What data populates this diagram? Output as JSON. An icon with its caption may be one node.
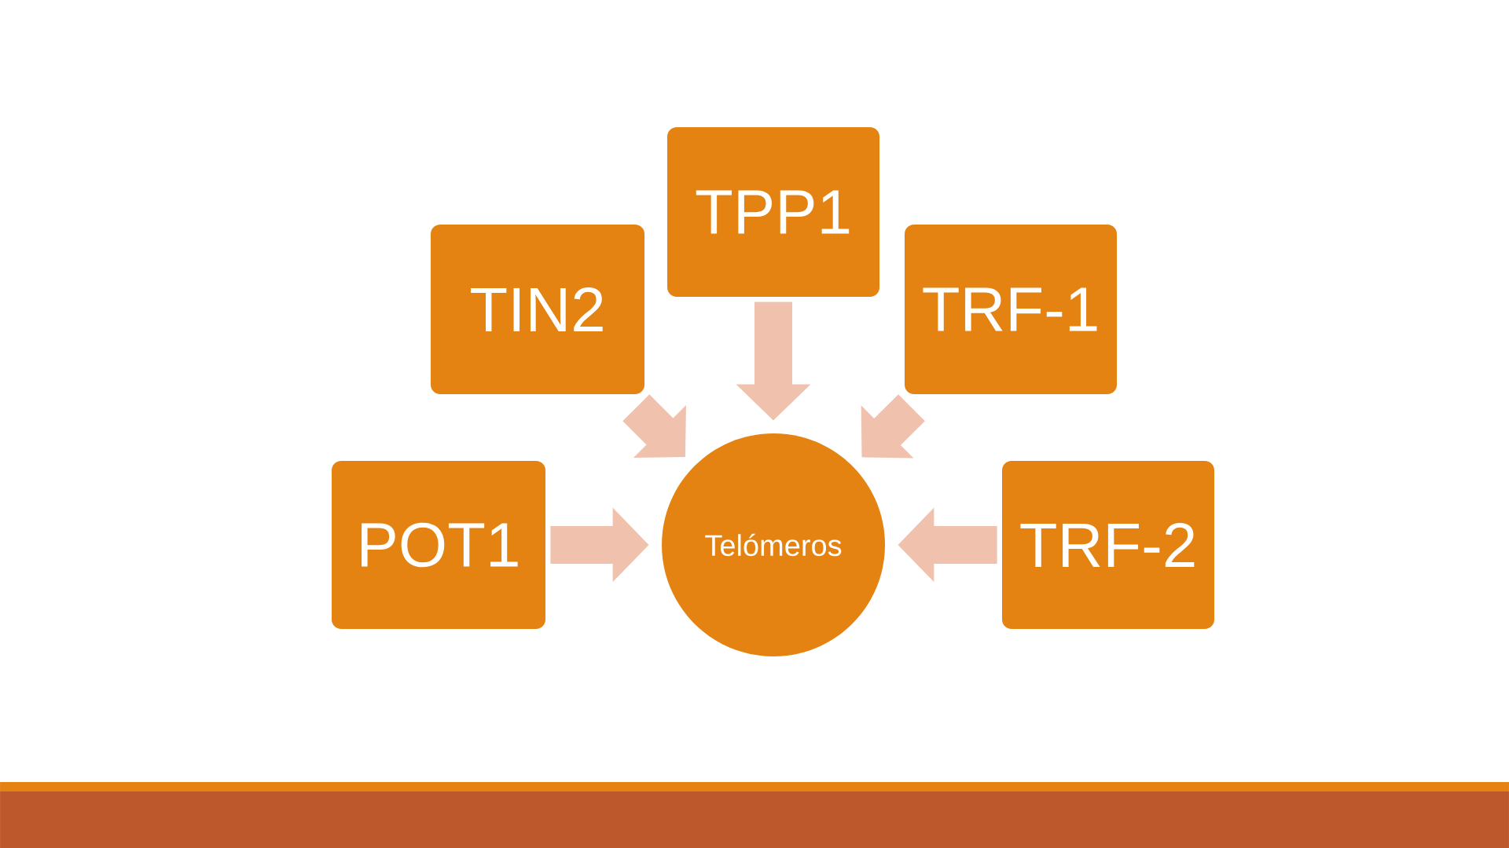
{
  "diagram": {
    "nodes": [
      {
        "text": [
          "TPP1"
        ]
      },
      {
        "text": [
          "TIN2"
        ]
      },
      {
        "text": [
          "TRF-1"
        ]
      },
      {
        "text": [
          "POT1"
        ]
      },
      {
        "text": [
          "Telómeros"
        ]
      },
      {
        "text": [
          "TRF-2"
        ]
      }
    ],
    "edges": [
      {
        "from": 0,
        "to": 4,
        "arrow": "to"
      },
      {
        "from": 1,
        "to": 4,
        "arrow": "to"
      },
      {
        "from": 2,
        "to": 4,
        "arrow": "to"
      },
      {
        "from": 3,
        "to": 4,
        "arrow": "to"
      },
      {
        "from": 5,
        "to": 4,
        "arrow": "to"
      }
    ]
  }
}
